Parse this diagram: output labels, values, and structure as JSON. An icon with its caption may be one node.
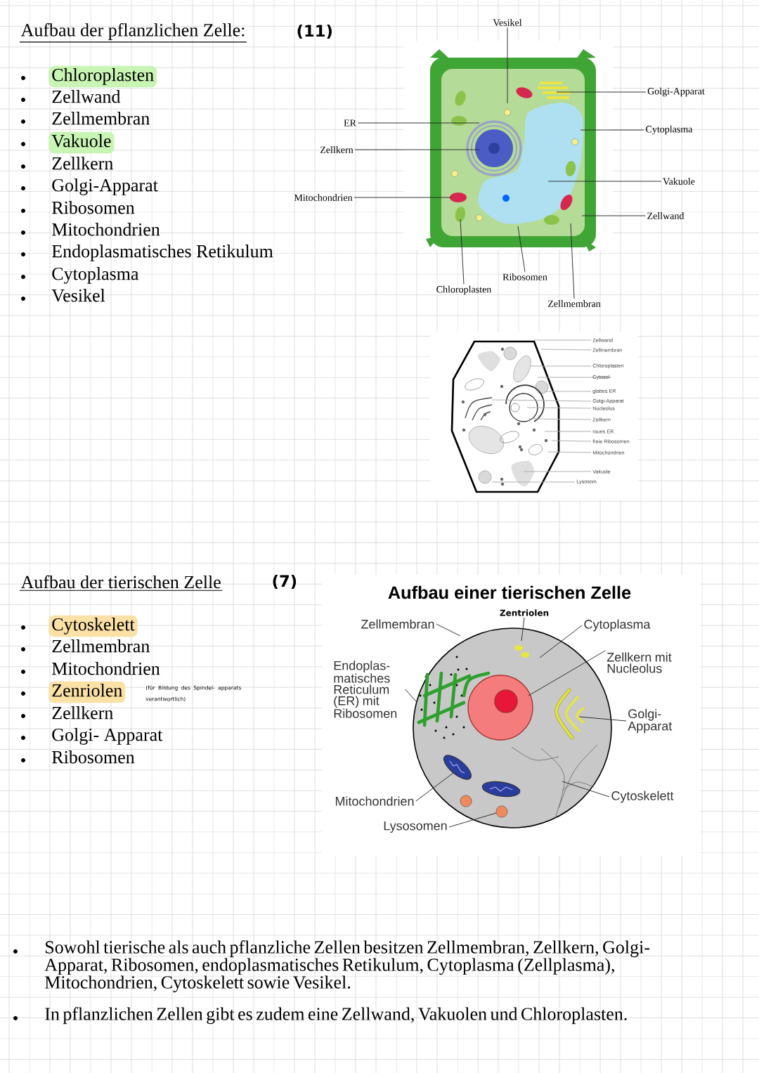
{
  "diagram": {
    "nodes": [
      {
        "text": [
          "Vesikel"
        ]
      },
      {
        "text": [
          "Golgi-Apparat"
        ]
      },
      {
        "text": [
          "Cytoplasma"
        ]
      },
      {
        "text": [
          "Vakuole"
        ]
      },
      {
        "text": [
          "Zellwand"
        ]
      },
      {
        "text": [
          "ER"
        ]
      },
      {
        "text": [
          "Zellkern"
        ]
      },
      {
        "text": [
          "Mitochondrien"
        ]
      },
      {
        "text": [
          "Chloroplasten"
        ]
      },
      {
        "text": [
          "Ribosomen"
        ]
      },
      {
        "text": [
          "Zellmembran"
        ]
      },
      {
        "text": [
          "Zellwand"
        ]
      },
      {
        "text": [
          "Zellmembran"
        ]
      },
      {
        "text": [
          "Chloroplasten"
        ]
      },
      {
        "text": [
          "Cytosol"
        ]
      },
      {
        "text": [
          "glattes ER"
        ]
      },
      {
        "text": [
          "Golgi-Apparat"
        ]
      },
      {
        "text": [
          "Nucleolus"
        ]
      },
      {
        "text": [
          "Zellkern"
        ]
      },
      {
        "text": [
          "raues ER"
        ]
      },
      {
        "text": [
          "freie Ribosomen"
        ]
      },
      {
        "text": [
          "Mitochondrien"
        ]
      },
      {
        "text": [
          "Vakuole"
        ]
      },
      {
        "text": [
          "Lysosom"
        ]
      },
      {
        "text": [
          "Zentriolen"
        ]
      },
      {
        "text": [
          "Zellmembran"
        ]
      },
      {
        "text": [
          "Cytoplasma"
        ]
      },
      {
        "text": [
          "Endoplas- matisches Reticulum (ER) mit Ribosomen"
        ]
      },
      {
        "text": [
          "Zellkern mit Nucleolus"
        ]
      },
      {
        "text": [
          "Golgi- Apparat"
        ]
      },
      {
        "text": [
          "Mitochondrien"
        ]
      },
      {
        "text": [
          "Lysosomen"
        ]
      },
      {
        "text": [
          "Cytoskelett"
        ]
      }
    ],
    "edges": [
      {
        "from": 0,
        "to": null,
        "arrow": "none"
      },
      {
        "from": 1,
        "to": null,
        "arrow": "none"
      },
      {
        "from": 2,
        "to": null,
        "arrow": "none"
      },
      {
        "from": 3,
        "to": null,
        "arrow": "none"
      },
      {
        "from": 4,
        "to": null,
        "arrow": "none"
      },
      {
        "from": 5,
        "to": null,
        "arrow": "none"
      },
      {
        "from": 6,
        "to": null,
        "arrow": "none"
      },
      {
        "from": 7,
        "to": null,
        "arrow": "none"
      },
      {
        "from": 8,
        "to": null,
        "arrow": "none"
      },
      {
        "from": 9,
        "to": null,
        "arrow": "none"
      },
      {
        "from": 10,
        "to": null,
        "arrow": "none"
      },
      {
        "from": 11,
        "to": null,
        "arrow": "none",
        "color": "#aaaaaa"
      },
      {
        "from": 12,
        "to": null,
        "arrow": "none",
        "color": "#aaaaaa"
      },
      {
        "from": 13,
        "to": null,
        "arrow": "none",
        "color": "#aaaaaa"
      },
      {
        "from": 14,
        "to": null,
        "arrow": "none",
        "color": "#aaaaaa"
      },
      {
        "from": 15,
        "to": null,
        "arrow": "none",
        "color": "#aaaaaa"
      },
      {
        "from": 16,
        "to": null,
        "arrow": "none",
        "color": "#aaaaaa"
      },
      {
        "from": 17,
        "to": null,
        "arrow": "none",
        "color": "#aaaaaa"
      },
      {
        "from": 18,
        "to": null,
        "arrow": "none",
        "color": "#aaaaaa"
      },
      {
        "from": 19,
        "to": null,
        "arrow": "none",
        "color": "#aaaaaa"
      },
      {
        "from": 20,
        "to": null,
        "arrow": "none",
        "color": "#aaaaaa"
      },
      {
        "from": 21,
        "to": null,
        "arrow": "none",
        "color": "#aaaaaa"
      },
      {
        "from": 22,
        "to": null,
        "arrow": "none",
        "color": "#aaaaaa"
      },
      {
        "from": 23,
        "to": null,
        "arrow": "none",
        "color": "#aaaaaa"
      },
      {
        "from": 24,
        "to": null,
        "arrow": "none"
      },
      {
        "from": 25,
        "to": null,
        "arrow": "none"
      },
      {
        "from": 26,
        "to": null,
        "arrow": "none"
      },
      {
        "from": 27,
        "to": null,
        "arrow": "none"
      },
      {
        "from": 28,
        "to": null,
        "arrow": "none"
      },
      {
        "from": 29,
        "to": null,
        "arrow": "none"
      },
      {
        "from": 30,
        "to": null,
        "arrow": "none"
      },
      {
        "from": 31,
        "to": null,
        "arrow": "none"
      },
      {
        "from": 32,
        "to": null,
        "arrow": "none"
      }
    ],
    "labels": [
      "Aufbau der pflanzlichen Zelle:",
      "(11)",
      "Chloroplasten",
      "Zellwand",
      "Zellmembran",
      "Vakuole",
      "Zellkern",
      "Golgi-Apparat",
      "Ribosomen",
      "Mitochondrien",
      "Endoplasmatisches Retikulum",
      "Cytoplasma",
      "Vesikel",
      "Aufbau der tierischen Zelle",
      "(7)",
      "Cytoskelett",
      "Zellmembran",
      "Mitochondrien",
      "Zenriolen",
      "(für Bildung des Spindel- apparats verantwortlich)",
      "Zellkern",
      "Golgi- Apparat",
      "Ribosomen",
      "Aufbau einer tierischen Zelle",
      "Sowohl tierische als auch pflanzliche Zellen besitzen Zellmembran, Zellkern, Golgi-Apparat, Ribosomen, endoplasmatisches Retikulum, Cytoplasma (Zellplasma), Mitochondrien, Cytoskelett sowie Vesikel.",
      "In pflanzlichen Zellen gibt es zudem eine Zellwand, Vakuolen und Chloroplasten."
    ]
  }
}
